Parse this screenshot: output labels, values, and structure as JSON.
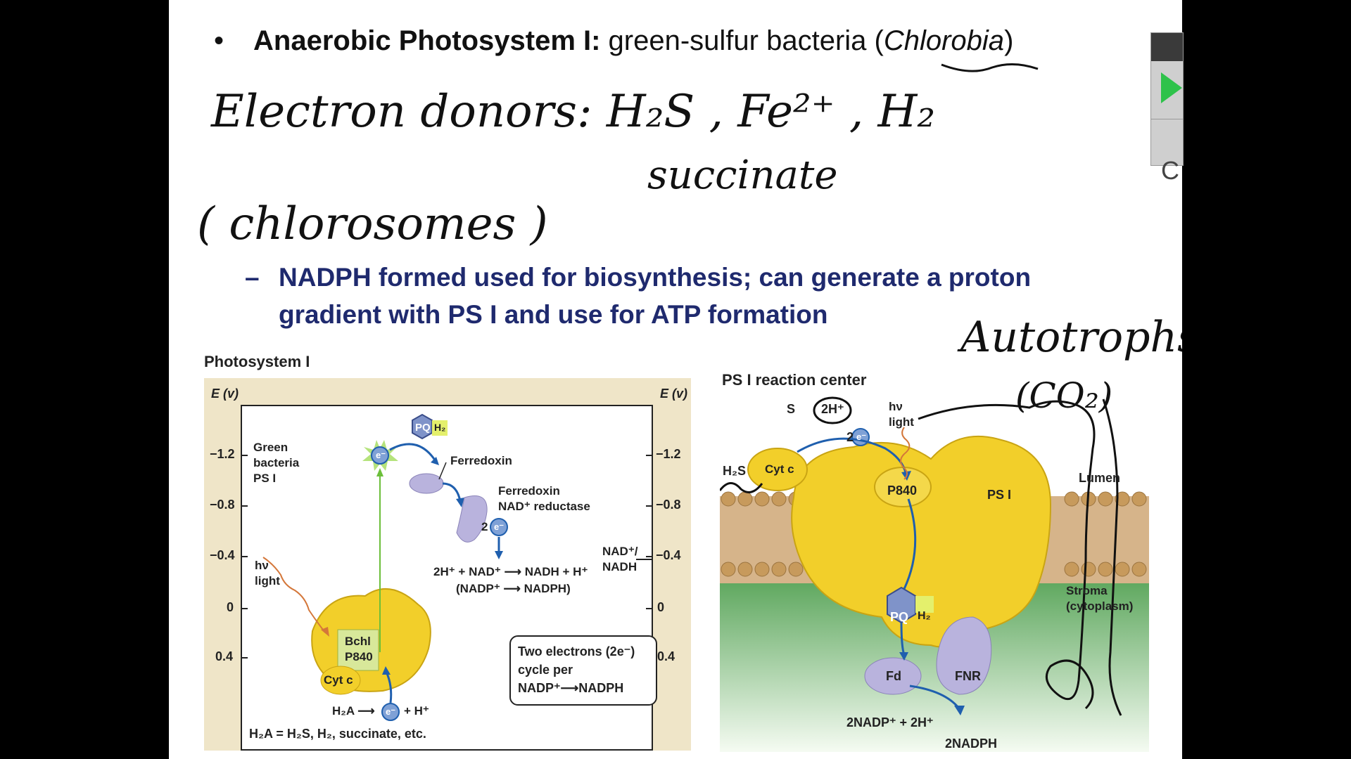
{
  "slide": {
    "bullet": {
      "marker": "•",
      "bold": "Anaerobic Photosystem I:",
      "text": " green-sulfur bacteria (",
      "italic": "Chlorobia",
      "close": ")"
    },
    "sub_bullet": {
      "marker": "–",
      "text": "NADPH formed used for biosynthesis; can generate a proton gradient with PS I and use for ATP formation"
    }
  },
  "handwriting": {
    "line1": "Electron donors:  H₂S , Fe²⁺ , H₂",
    "line2": "succinate",
    "line3": "( chlorosomes )",
    "line4": "Autotrophs",
    "line5": "(CO₂)"
  },
  "figure_left": {
    "title": "Photosystem I",
    "axis_label": "E (v)",
    "ticks": [
      "−1.2",
      "−0.8",
      "−0.4",
      "0",
      "0.4"
    ],
    "green_bacteria": [
      "Green",
      "bacteria",
      "PS I"
    ],
    "ferredoxin": "Ferredoxin",
    "reductase": [
      "Ferredoxin",
      "NAD⁺ reductase"
    ],
    "two_e": "2",
    "electron": "e⁻",
    "pq": "PQ",
    "h2": "H₂",
    "reaction1": "2H⁺ + NAD⁺ ⟶ NADH + H⁺",
    "reaction2": "(NADP⁺ ⟶ NADPH)",
    "nad_couple": [
      "NAD⁺/",
      "NADH"
    ],
    "light": [
      "hν",
      "light"
    ],
    "bchl": [
      "Bchl",
      "P840"
    ],
    "cytc": "Cyt c",
    "h2a_reaction": "H₂A ⟶",
    "h_plus": "+ H⁺",
    "box": [
      "Two electrons (2e⁻)",
      "cycle per",
      "NADP⁺⟶NADPH"
    ],
    "footer": "H₂A = H₂S, H₂, succinate, etc."
  },
  "figure_right": {
    "title": "PS I reaction center",
    "s": "S",
    "two_h": "2H⁺",
    "two_e": "2",
    "electron": "e⁻",
    "light": [
      "hν",
      "light"
    ],
    "h2s": "H₂S",
    "cytc": "Cyt c",
    "p840": "P840",
    "psi": "PS I",
    "lumen": "Lumen",
    "stroma": [
      "Stroma",
      "(cytoplasm)"
    ],
    "pq": "PQ",
    "h2": "H₂",
    "fd": "Fd",
    "fnr": "FNR",
    "nadp": "2NADP⁺ + 2H⁺",
    "nadph": "2NADPH"
  },
  "colors": {
    "sub_bullet": "#1f2a6e",
    "protein_yellow": "#f2cf2a",
    "protein_purple": "#b9b3dd",
    "arrow_blue": "#1f5fae",
    "panel_bg": "#efe5c8",
    "arrow_green": "#6cbf3a"
  }
}
